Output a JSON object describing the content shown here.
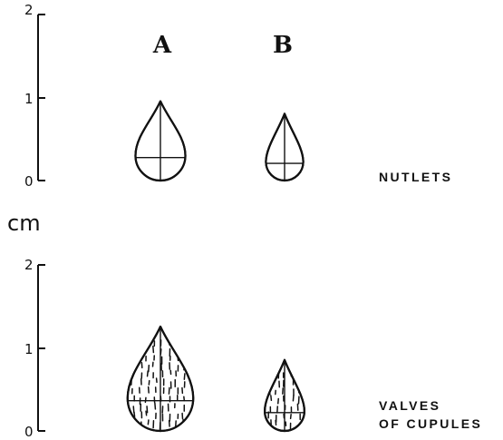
{
  "scale": {
    "unit_label": "cm",
    "ticks": [
      "2",
      "1",
      "0"
    ]
  },
  "columns": [
    "A",
    "B"
  ],
  "rows": [
    {
      "label_lines": [
        "NUTLETS"
      ],
      "shapes": [
        {
          "column": "A",
          "length_cm": 0.95,
          "pattern": "plain"
        },
        {
          "column": "B",
          "length_cm": 0.8,
          "pattern": "plain"
        }
      ]
    },
    {
      "label_lines": [
        "VALVES",
        "OF CUPULES"
      ],
      "shapes": [
        {
          "column": "A",
          "length_cm": 1.25,
          "pattern": "stippled"
        },
        {
          "column": "B",
          "length_cm": 0.85,
          "pattern": "stippled"
        }
      ]
    }
  ],
  "colors": {
    "ink": "#111111",
    "paper": "#ffffff"
  }
}
